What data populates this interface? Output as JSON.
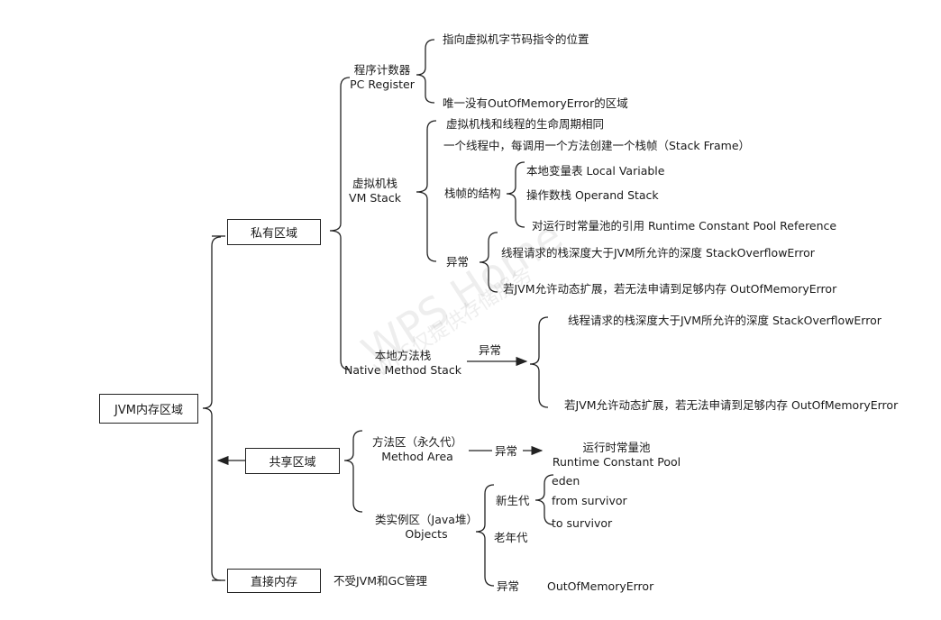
{
  "root": "JVM内存区域",
  "private": {
    "label": "私有区域",
    "pc": {
      "name": "程序计数器",
      "en": "PC Register",
      "items": [
        "指向虚拟机字节码指令的位置",
        "唯一没有OutOfMemoryError的区域"
      ]
    },
    "vmstack": {
      "name": "虚拟机栈",
      "en": "VM Stack",
      "item1": "虚拟机栈和线程的生命周期相同",
      "item2": "一个线程中，每调用一个方法创建一个栈帧（Stack Frame）",
      "frame": {
        "label": "栈帧的结构",
        "items": [
          "本地变量表 Local Variable",
          "操作数栈 Operand Stack",
          "对运行时常量池的引用 Runtime Constant Pool Reference"
        ]
      },
      "exception": {
        "label": "异常",
        "items": [
          "线程请求的栈深度大于JVM所允许的深度 StackOverflowError",
          "若JVM允许动态扩展，若无法申请到足够内存 OutOfMemoryError"
        ]
      }
    },
    "native": {
      "name": "本地方法栈",
      "en": "Native Method Stack",
      "arrow_label": "异常",
      "items": [
        "线程请求的栈深度大于JVM所允许的深度 StackOverflowError",
        "若JVM允许动态扩展，若无法申请到足够内存 OutOfMemoryError"
      ]
    }
  },
  "shared": {
    "label": "共享区域",
    "method": {
      "name": "方法区（永久代）",
      "en": "Method Area",
      "arrow_label": "异常",
      "target": "运行时常量池",
      "target_en": "Runtime Constant Pool"
    },
    "heap": {
      "name": "类实例区（Java堆）",
      "en": "Objects",
      "young": {
        "label": "新生代",
        "items": [
          "eden",
          "from survivor",
          "to survivor"
        ]
      },
      "old": "老年代",
      "exception": {
        "label": "异常",
        "value": "OutOfMemoryError"
      }
    }
  },
  "direct": {
    "label": "直接内存",
    "note": "不受JVM和GC管理"
  },
  "watermark": {
    "line1": "WPS Home",
    "line2": "WPS仅提供存储服务"
  }
}
